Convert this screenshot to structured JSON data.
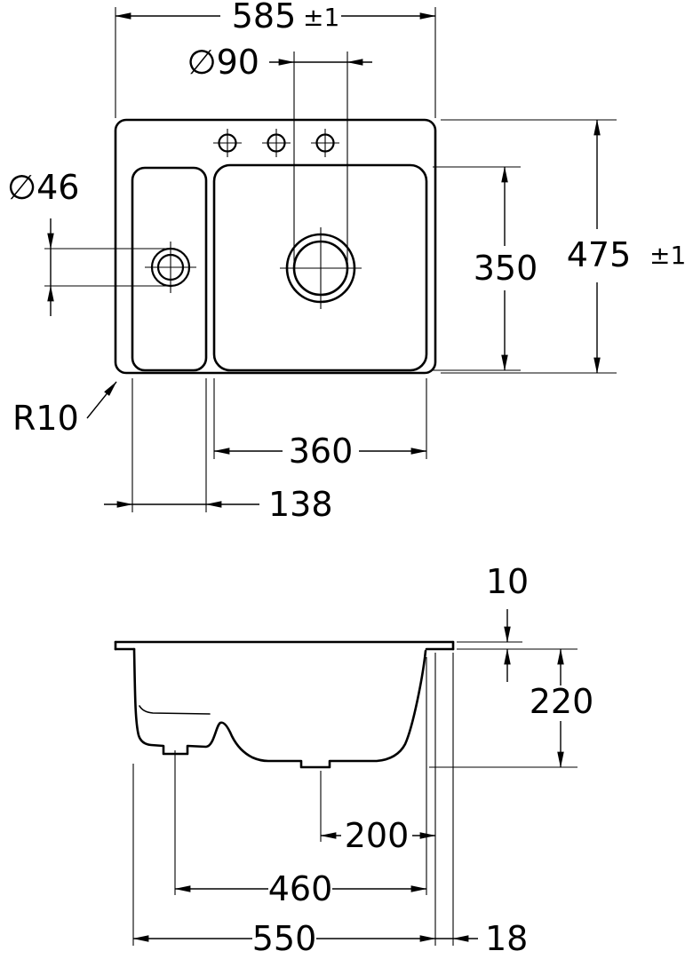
{
  "drawing": {
    "kind": "sink-technical-drawing",
    "colors": {
      "line": "#000000",
      "background": "#ffffff"
    }
  },
  "dims": {
    "top_width": "585",
    "top_width_tol": "±1",
    "main_drain_dia": "∅90",
    "small_drain_dia": "∅46",
    "bowl_depth": "350",
    "overall_depth": "475",
    "overall_depth_tol": "±1",
    "main_bowl_width": "360",
    "left_bowl_width": "138",
    "corner_radius": "R10",
    "rim_thickness": "10",
    "bowl_height": "220",
    "drain_to_edge": "200",
    "drain_span": "460",
    "base_width": "550",
    "edge_overhang": "18"
  }
}
